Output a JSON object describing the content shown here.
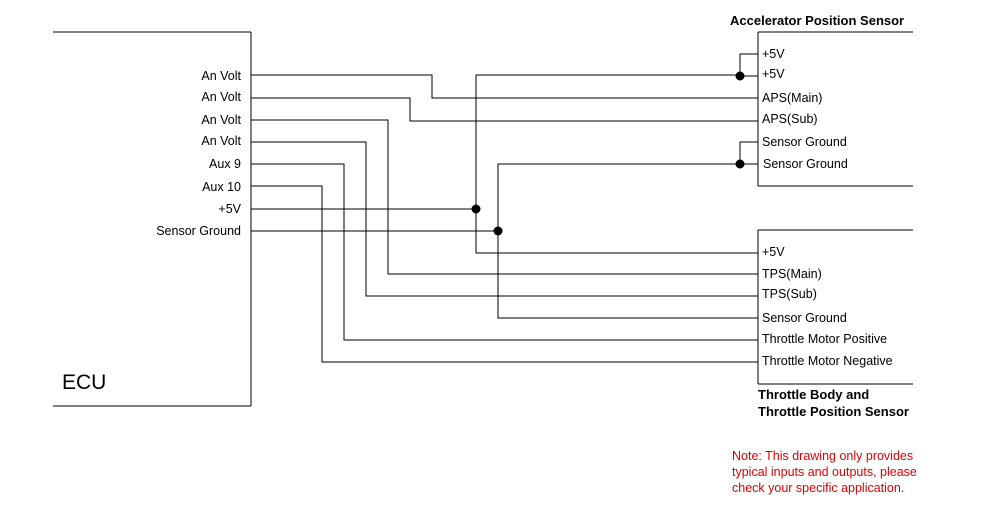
{
  "ecu": {
    "label": "ECU",
    "pins": [
      "An Volt",
      "An Volt",
      "An Volt",
      "An Volt",
      "Aux 9",
      "Aux 10",
      "+5V",
      "Sensor Ground"
    ]
  },
  "aps": {
    "title": "Accelerator Position Sensor",
    "pins": [
      "+5V",
      "+5V",
      "APS(Main)",
      "APS(Sub)",
      "Sensor Ground",
      "Sensor Ground"
    ]
  },
  "tps": {
    "title_line1": "Throttle Body and",
    "title_line2": "Throttle Position Sensor",
    "pins": [
      "+5V",
      "TPS(Main)",
      "TPS(Sub)",
      "Sensor Ground",
      "Throttle Motor Positive",
      "Throttle Motor Negative"
    ]
  },
  "note": {
    "line1": "Note: This drawing only provides",
    "line2": "typical inputs and outputs, please",
    "line3": "check your specific application.",
    "color": "#e00000"
  }
}
